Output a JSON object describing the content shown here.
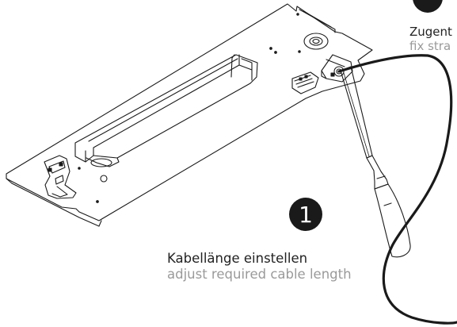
{
  "steps": {
    "adjust_cable": {
      "number": "1",
      "label_de": "Kabellänge einstellen",
      "label_en": "adjust required cable length"
    },
    "strain_relief": {
      "label_de": "Zugent",
      "label_en": "fix stra"
    }
  },
  "colors": {
    "badge": "#1a1a1a",
    "primary_text": "#222222",
    "secondary_text": "#9a9a9a",
    "line_art": "#1a1a1a"
  }
}
